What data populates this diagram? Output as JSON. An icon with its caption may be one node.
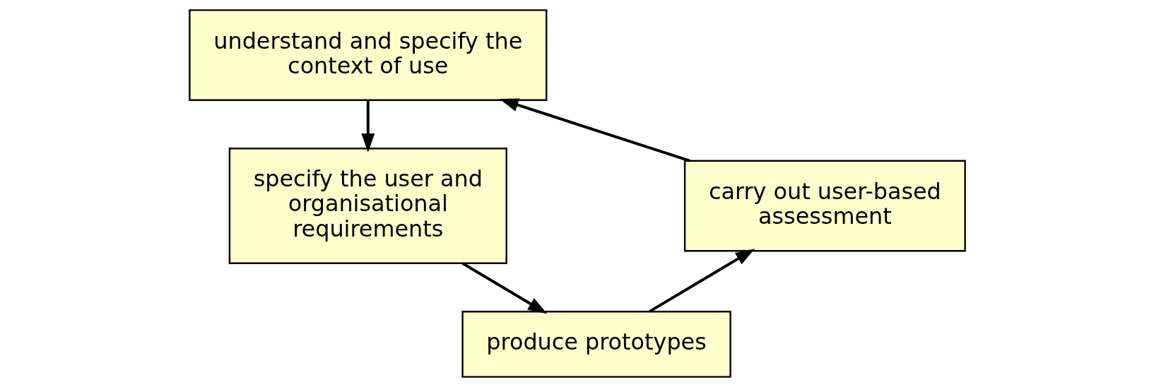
{
  "diagram": {
    "nodes": [
      {
        "text": [
          "understand and specify the context of use"
        ]
      },
      {
        "text": [
          "specify the user and organisational requirements"
        ]
      },
      {
        "text": [
          "produce prototypes"
        ]
      },
      {
        "text": [
          "carry out user-based assessment"
        ]
      }
    ],
    "edges": [
      {
        "from": 0,
        "to": 1,
        "arrow": "to"
      },
      {
        "from": 1,
        "to": 2,
        "arrow": "to"
      },
      {
        "from": 2,
        "to": 3,
        "arrow": "to"
      },
      {
        "from": 3,
        "to": 0,
        "arrow": "to"
      }
    ]
  }
}
